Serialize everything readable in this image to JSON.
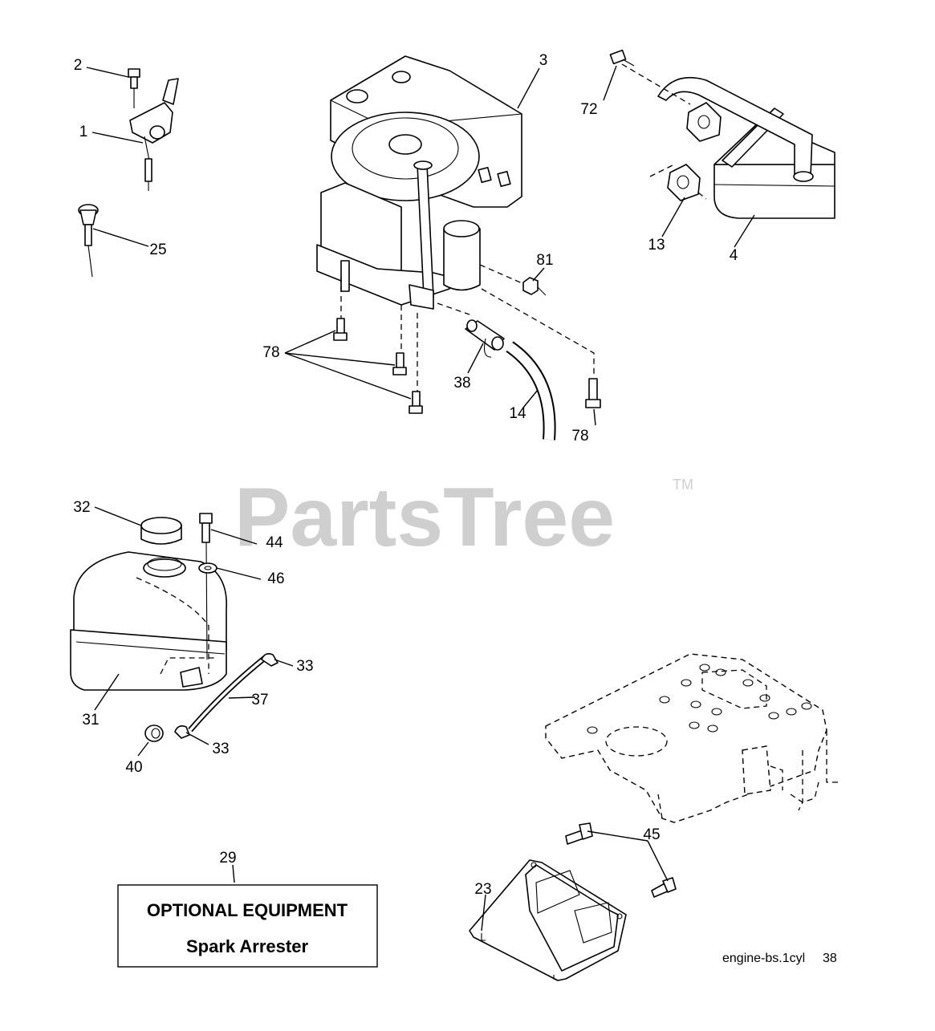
{
  "watermark": {
    "text": "PartsTree",
    "trademark": "TM"
  },
  "callouts": {
    "n1": "1",
    "n2": "2",
    "n3": "3",
    "n4": "4",
    "n13": "13",
    "n14": "14",
    "n23": "23",
    "n25": "25",
    "n29": "29",
    "n31": "31",
    "n32": "32",
    "n33a": "33",
    "n33b": "33",
    "n37": "37",
    "n38": "38",
    "n40": "40",
    "n44": "44",
    "n45": "45",
    "n46": "46",
    "n72": "72",
    "n78a": "78",
    "n78b": "78",
    "n81": "81"
  },
  "optional_box": {
    "title": "OPTIONAL EQUIPMENT",
    "subtitle": "Spark Arrester"
  },
  "footer": {
    "code": "engine-bs.1cyl",
    "page": "38"
  }
}
